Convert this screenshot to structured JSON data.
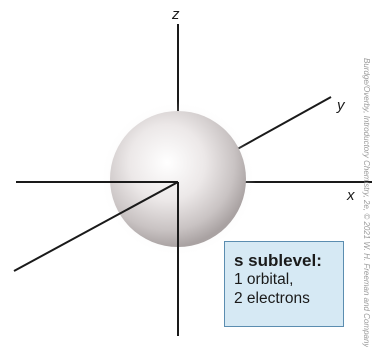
{
  "axes": {
    "z_label": "z",
    "y_label": "y",
    "x_label": "x"
  },
  "orbital": {
    "shape": "sphere",
    "color": "#e9e4e4"
  },
  "info_box": {
    "title": "s sublevel:",
    "line1": "1 orbital,",
    "line2": "2 electrons",
    "background": "#d6e9f4",
    "border_color": "#5b8db0"
  },
  "credit": "Burdge/Overby, Introductory Chemistry, 2e, © 2021 W. H. Freeman and Company"
}
